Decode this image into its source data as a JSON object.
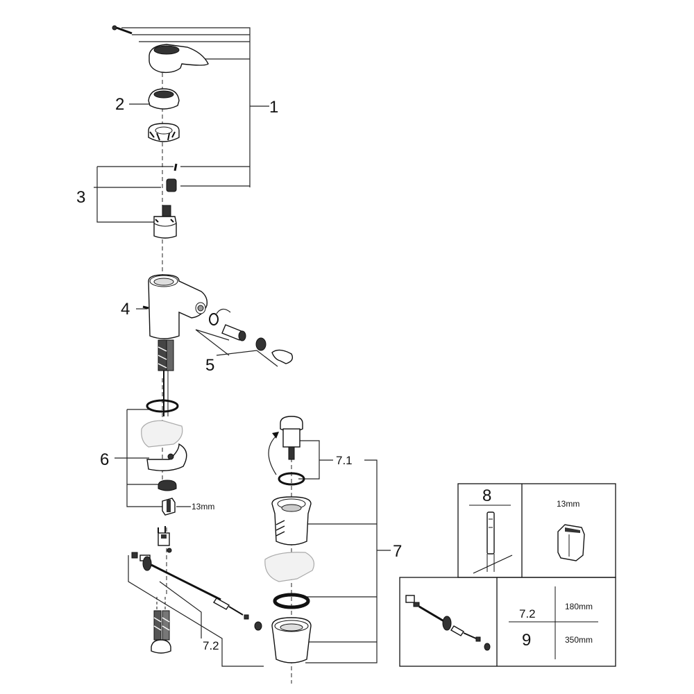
{
  "callouts": {
    "c1": "1",
    "c2": "2",
    "c3": "3",
    "c4": "4",
    "c5": "5",
    "c6": "6",
    "c7": "7",
    "c71": "7.1",
    "c72": "7.2",
    "nut_size": "13mm"
  },
  "spare_table": {
    "box8_number": "8",
    "box8_size": "13mm",
    "box9_sub_label": "7.2",
    "box9_number": "9",
    "box9_short_length": "180mm",
    "box9_long_length": "350mm"
  }
}
